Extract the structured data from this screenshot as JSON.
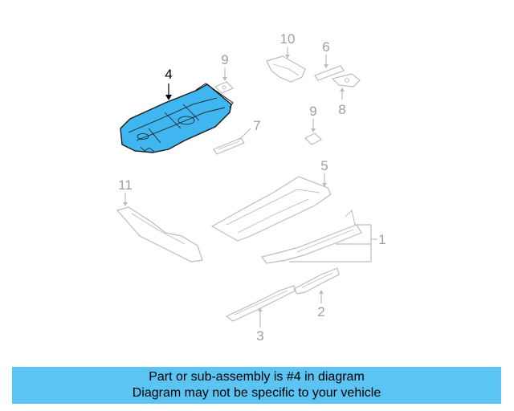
{
  "diagram": {
    "callouts": {
      "c1": "1",
      "c2": "2",
      "c3": "3",
      "c4": "4",
      "c5": "5",
      "c6": "6",
      "c7": "7",
      "c8": "8",
      "c9a": "9",
      "c9b": "9",
      "c10": "10",
      "c11": "11"
    },
    "colors": {
      "highlight": "#3fb6ef",
      "highlight_outline": "#1a1a1a",
      "ghost_part": "#bdbdbd",
      "callout_gray": "#9e9e9e",
      "callout_active": "#000000"
    }
  },
  "caption": {
    "line1": "Part or sub-assembly is #4 in diagram",
    "line2": "Diagram may not be specific to your vehicle",
    "background": "#5bc4f2"
  }
}
